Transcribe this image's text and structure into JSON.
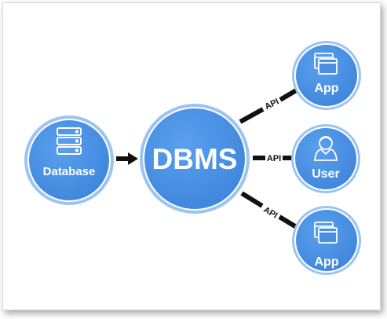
{
  "colors": {
    "node_fill": "#4a90e2",
    "node_fill_dark": "#2f6fc4",
    "ring": "#9cc4f0",
    "connector": "#111111"
  },
  "nodes": {
    "database": {
      "label": "Database",
      "icon": "database-stack-icon"
    },
    "dbms": {
      "label": "DBMS"
    },
    "app_top": {
      "label": "App",
      "icon": "windows-stack-icon"
    },
    "user": {
      "label": "User",
      "icon": "person-icon"
    },
    "app_bottom": {
      "label": "App",
      "icon": "windows-stack-icon"
    }
  },
  "connectors": {
    "api_top": "API",
    "api_middle": "API",
    "api_bottom": "API"
  }
}
